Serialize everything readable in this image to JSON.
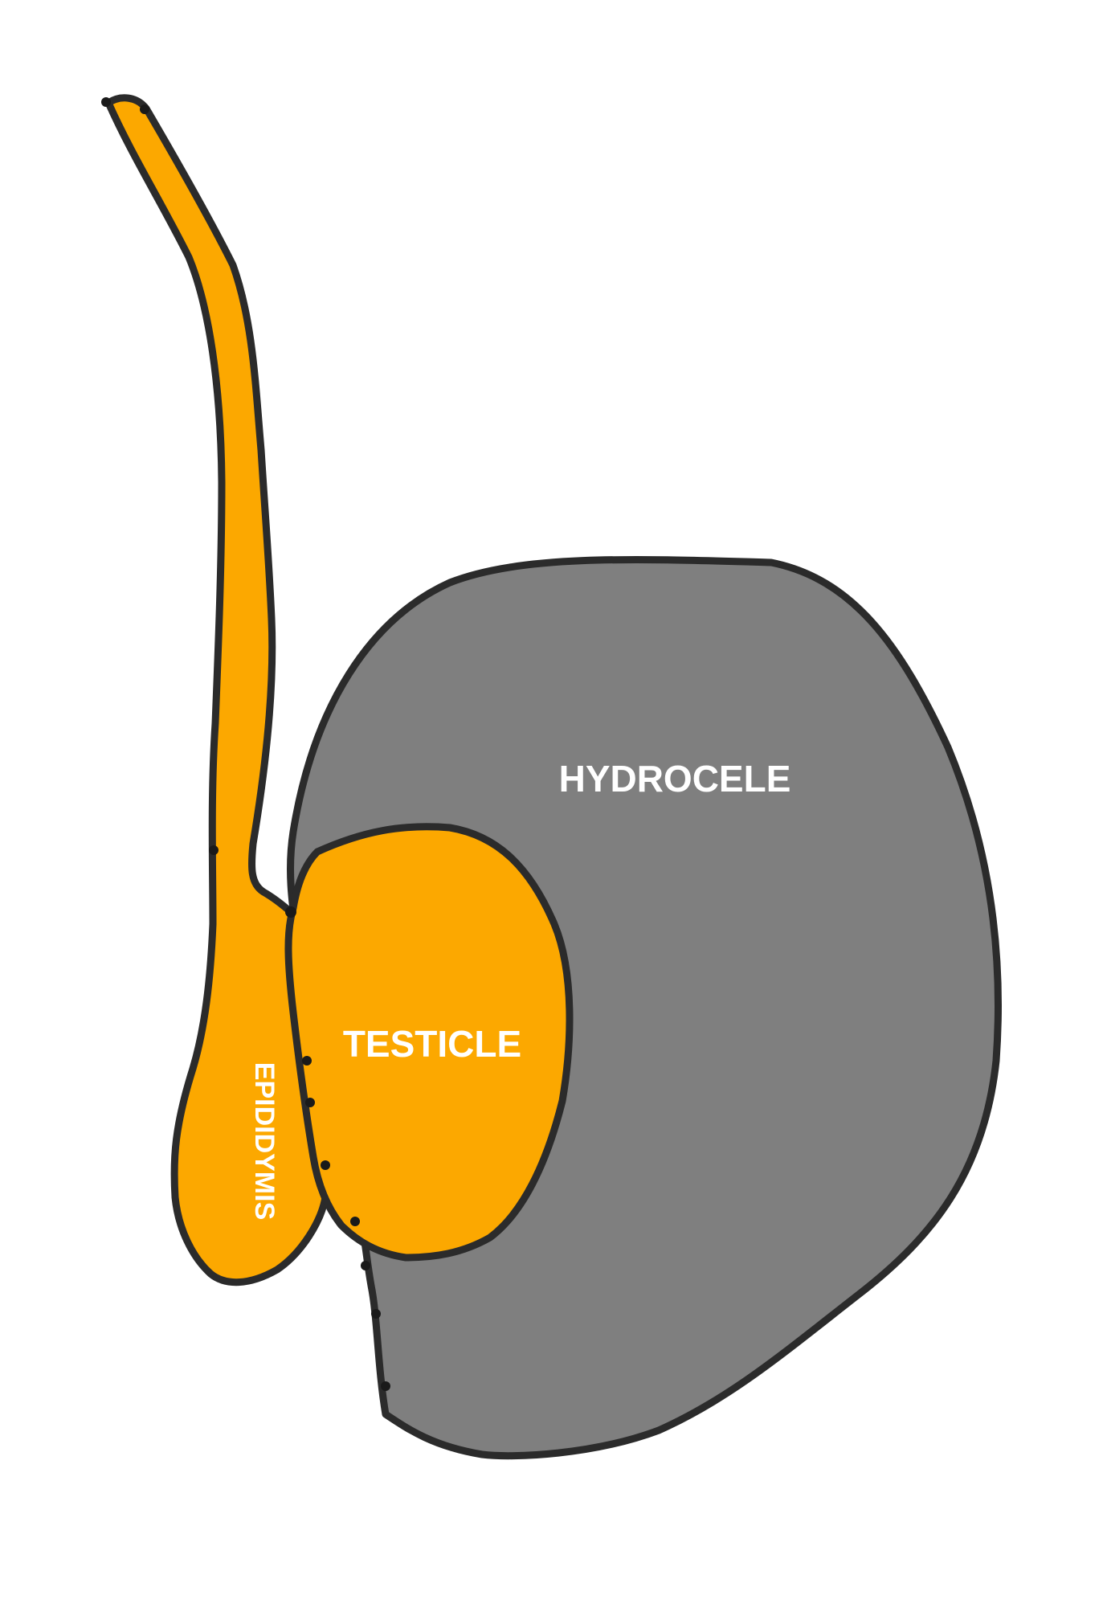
{
  "diagram": {
    "labels": {
      "hydrocele": "HYDROCELE",
      "testicle": "TESTICLE",
      "epididymis": "EPIDIDYMIS"
    },
    "colors": {
      "background": "#ffffff",
      "hydrocele_fill": "#7f7f7f",
      "structure_fill": "#fca800",
      "outline": "#2b2b2b",
      "label_text": "#ffffff"
    }
  }
}
